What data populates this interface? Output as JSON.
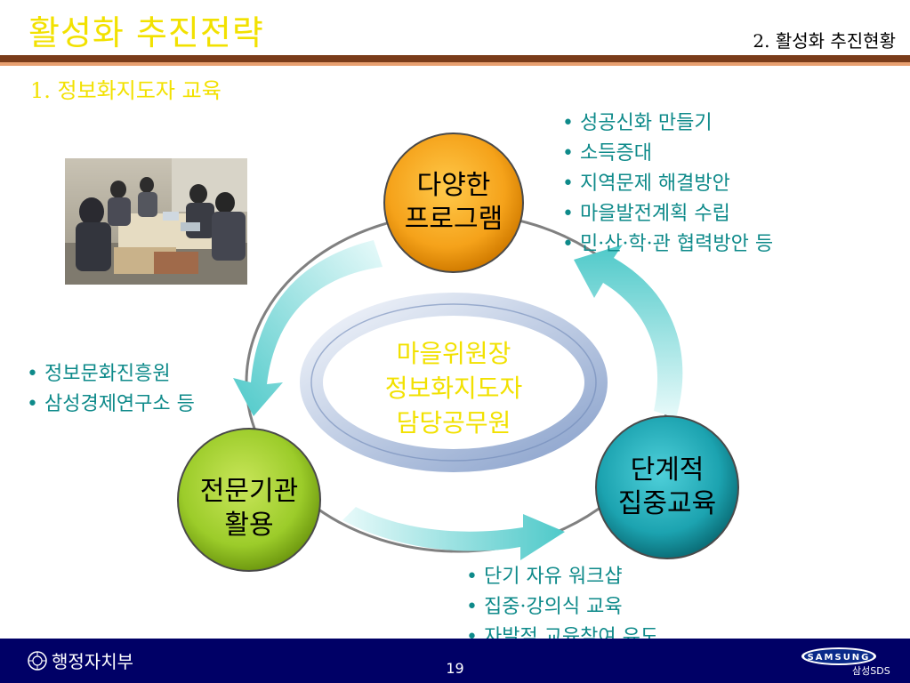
{
  "header": {
    "title": "활성화 추진전략",
    "section": "2. 활성화 추진현황",
    "subtitle": "1. 정보화지도자 교육"
  },
  "lists": {
    "top": [
      "• 성공신화 만들기",
      "• 소득증대",
      "• 지역문제 해결방안",
      "• 마을발전계획 수립",
      "• 민·산·학·관 협력방안 등"
    ],
    "left": [
      "• 정보문화진흥원",
      "• 삼성경제연구소 등"
    ],
    "bottom": [
      "• 단기 자유 워크샵",
      "• 집중·강의식 교육",
      "• 자발적 교육참여 유도"
    ]
  },
  "circles": {
    "programs": {
      "line1": "다양한",
      "line2": "프로그램",
      "color": "#f5a21a"
    },
    "institutions": {
      "line1": "전문기관",
      "line2": "활용",
      "color": "#9ccc2a"
    },
    "education": {
      "line1": "단계적",
      "line2": "집중교육",
      "color": "#1ca3b0"
    }
  },
  "center": {
    "line1": "마을위원장",
    "line2": "정보화지도자",
    "line3": "담당공무원"
  },
  "footer": {
    "org": "행정자치부",
    "page": "19",
    "brand": "SAMSUNG",
    "brand_sub": "삼성SDS"
  },
  "colors": {
    "title": "#f2e100",
    "list_text": "#0e8a8a",
    "footer_bg": "#000066",
    "rule_dark": "#7a3c1a",
    "rule_light": "#e8a070"
  }
}
